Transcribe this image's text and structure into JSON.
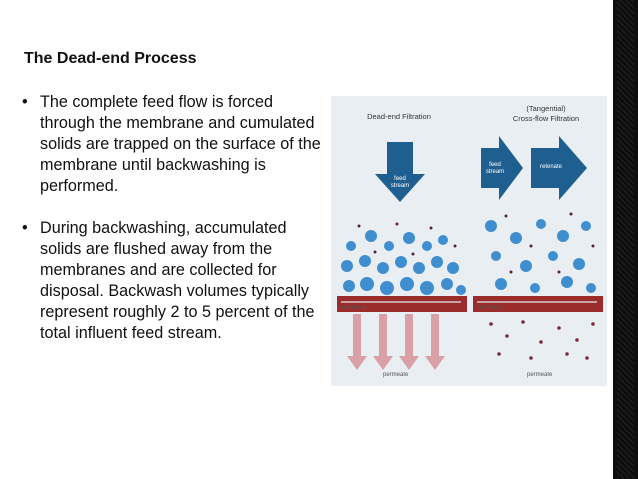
{
  "slide": {
    "title": "The Dead-end Process",
    "bullets": [
      {
        "marker": "•",
        "text": "The complete feed flow is forced through the membrane and cumulated solids are trapped on the surface of the membrane until backwashing is performed."
      },
      {
        "marker": "•",
        "text": "During backwashing, accumulated solids are flushed away from the membranes and are collected for disposal. Backwash volumes typically represent roughly 2 to 5 percent of the total influent feed stream."
      }
    ]
  },
  "figure": {
    "left_title": "Dead-end Filtration",
    "right_title_line1": "(Tangential)",
    "right_title_line2": "Cross-flow Filtration",
    "feed_stream_left": "feed\nstream",
    "feed_stream_right": "feed\nstream",
    "retenate": "retenate",
    "membrane_left": "membrane",
    "membrane_right": "membrane",
    "permeate_left": "permeate",
    "permeate_right": "permeate",
    "colors": {
      "arrow_blue": "#1f5f8f",
      "particle_blue": "#3f8fd0",
      "membrane_red": "#9b2c2c",
      "permeate_arrow": "#d9a0a6",
      "dot_dark": "#5a2230"
    }
  }
}
